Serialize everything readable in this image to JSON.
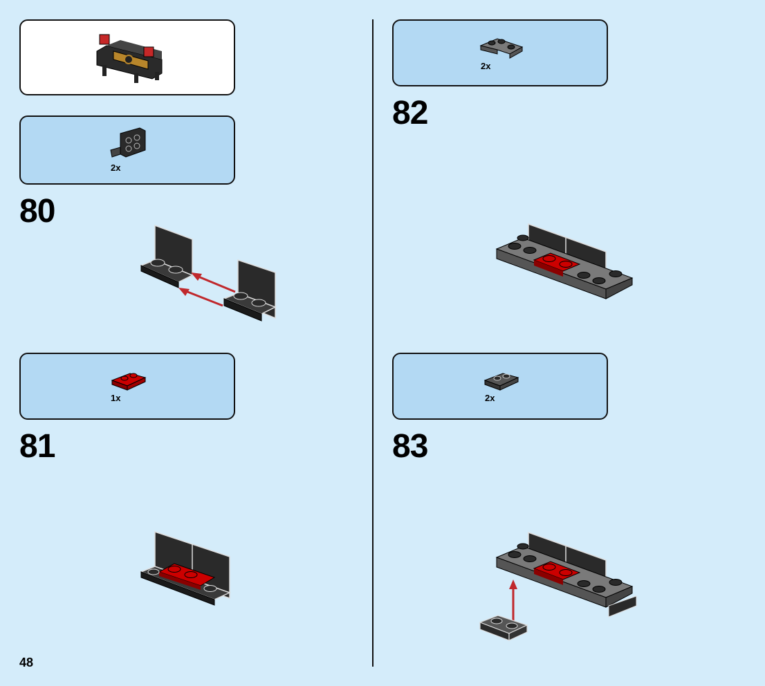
{
  "page_number": "48",
  "steps": [
    {
      "number": "80",
      "parts": [
        {
          "quantity": "2x",
          "color": "#2a2a2a",
          "part": "angle-plate"
        }
      ]
    },
    {
      "number": "81",
      "parts": [
        {
          "quantity": "1x",
          "color": "#cc0000",
          "part": "plate-1x2"
        }
      ]
    },
    {
      "number": "82",
      "parts": [
        {
          "quantity": "2x",
          "color": "#7a7a7a",
          "part": "corner-plate"
        }
      ]
    },
    {
      "number": "83",
      "parts": [
        {
          "quantity": "2x",
          "color": "#555555",
          "part": "plate-1x2"
        }
      ]
    }
  ],
  "colors": {
    "background": "#d4ecfa",
    "parts_panel": "#b3d9f3",
    "brick_black": "#2a2a2a",
    "brick_gray": "#7a7a7a",
    "brick_red": "#cc0000",
    "arrow": "#c0282c"
  }
}
